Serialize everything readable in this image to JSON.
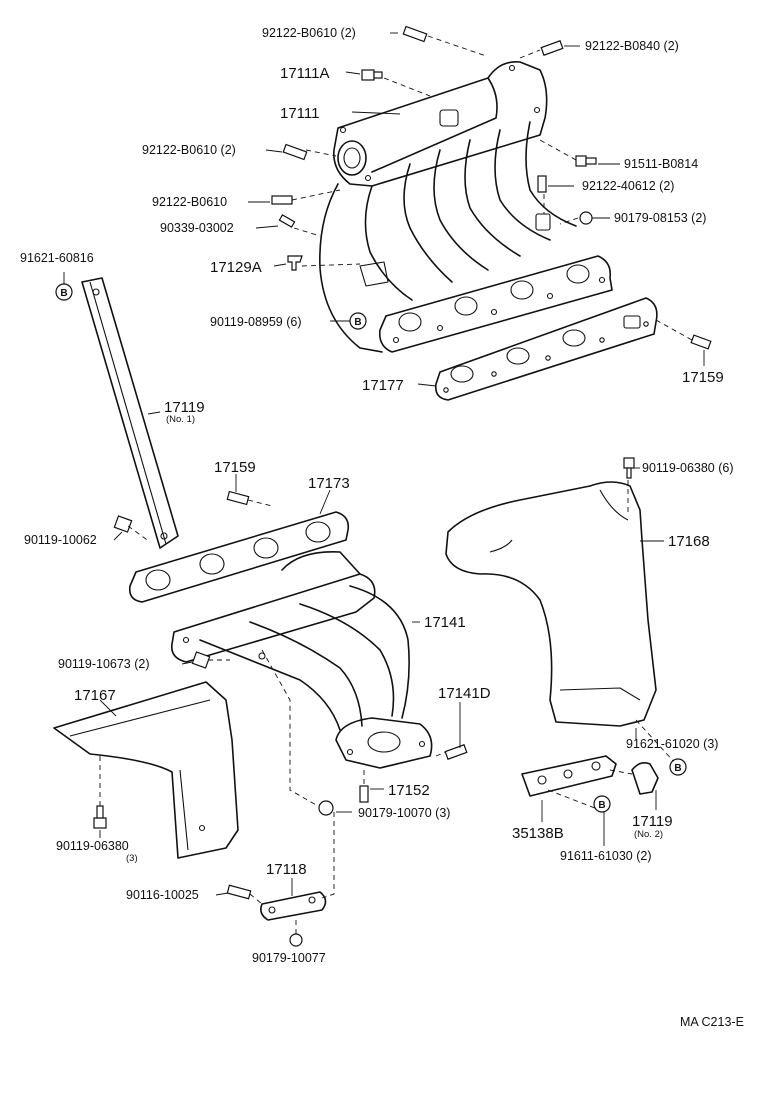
{
  "labels": {
    "p92122_b0610_top": "92122-B0610 (2)",
    "p92122_b0840": "92122-B0840 (2)",
    "p17111a": "17111A",
    "p17111": "17111",
    "p92122_b0610_left": "92122-B0610 (2)",
    "p91511_b0814": "91511-B0814",
    "p92122_40612": "92122-40612 (2)",
    "p92122_b0610_single": "92122-B0610",
    "p90339_03002": "90339-03002",
    "p90179_08153": "90179-08153 (2)",
    "p91621_60816": "91621-60816",
    "p17129a": "17129A",
    "p90119_08959": "90119-08959 (6)",
    "p17177": "17177",
    "p17159_top": "17159",
    "p17119_no1": "17119",
    "p17119_no1_sub": "(No. 1)",
    "p17159_mid": "17159",
    "p17173": "17173",
    "p90119_10062": "90119-10062",
    "p90119_06380_6": "90119-06380 (6)",
    "p17168": "17168",
    "p17141": "17141",
    "p90119_10673": "90119-10673 (2)",
    "p17167": "17167",
    "p17141d": "17141D",
    "p91621_61020": "91621-61020 (3)",
    "p17152": "17152",
    "p90179_10070": "90179-10070 (3)",
    "p90119_06380_3": "90119-06380",
    "p90119_06380_3_sub": "(3)",
    "p35138b": "35138B",
    "p17119_no2": "17119",
    "p17119_no2_sub": "(No. 2)",
    "p91611_61030": "91611-61030 (2)",
    "p17118": "17118",
    "p90116_10025": "90116-10025",
    "p90179_10077": "90179-10077",
    "ref_code": "MA C213-E"
  },
  "badge": "B",
  "icons": [
    "stud-icon",
    "bolt-icon",
    "nut-icon",
    "manifold-icon",
    "gasket-icon",
    "heat-insulator-icon",
    "stay-icon"
  ]
}
